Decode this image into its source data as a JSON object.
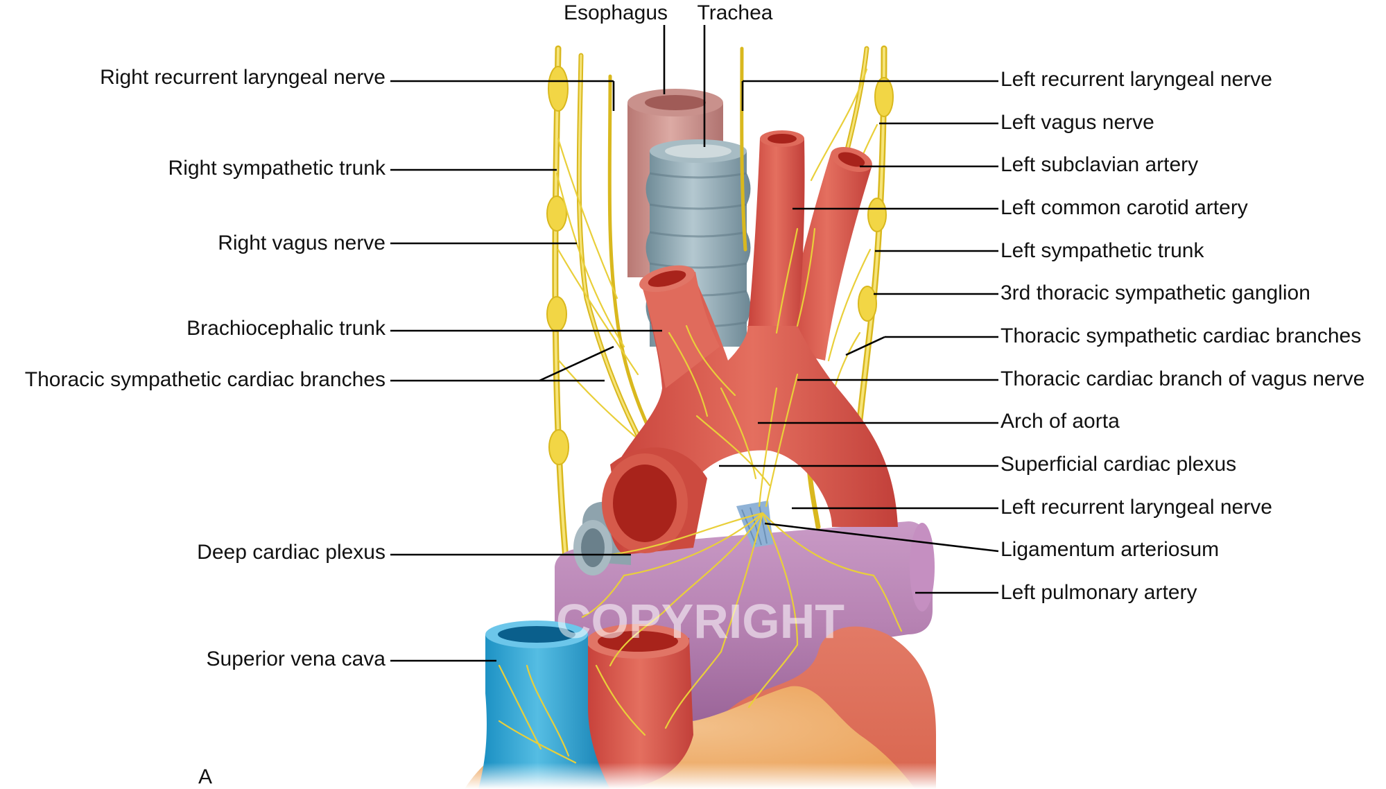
{
  "figure": {
    "panel_letter": "A",
    "watermark": "COPYRIGHT",
    "top_labels": {
      "esophagus": "Esophagus",
      "trachea": "Trachea"
    },
    "left_labels": {
      "right_recurrent_laryngeal_nerve": "Right recurrent laryngeal nerve",
      "right_sympathetic_trunk": "Right sympathetic trunk",
      "right_vagus_nerve": "Right vagus nerve",
      "brachiocephalic_trunk": "Brachiocephalic trunk",
      "thoracic_sympathetic_cardiac_branches": "Thoracic sympathetic cardiac branches",
      "deep_cardiac_plexus": "Deep cardiac plexus",
      "superior_vena_cava": "Superior vena cava"
    },
    "right_labels": {
      "left_recurrent_laryngeal_nerve_upper": "Left recurrent laryngeal nerve",
      "left_vagus_nerve": "Left vagus nerve",
      "left_subclavian_artery": "Left subclavian artery",
      "left_common_carotid_artery": "Left common carotid artery",
      "left_sympathetic_trunk": "Left sympathetic trunk",
      "third_thoracic_sympathetic_ganglion": "3rd thoracic sympathetic ganglion",
      "thoracic_sympathetic_cardiac_branches": "Thoracic sympathetic cardiac branches",
      "thoracic_cardiac_branch_of_vagus_nerve": "Thoracic cardiac branch of vagus nerve",
      "arch_of_aorta": "Arch of aorta",
      "superficial_cardiac_plexus": "Superficial cardiac plexus",
      "left_recurrent_laryngeal_nerve_lower": "Left recurrent laryngeal nerve",
      "ligamentum_arteriosum": "Ligamentum arteriosum",
      "left_pulmonary_artery": "Left pulmonary artery"
    },
    "colors": {
      "artery": "#d9564a",
      "artery_lumen": "#a8231b",
      "vein": "#1f9fd0",
      "esophagus": "#c98f8a",
      "trachea": "#8fa9b4",
      "pulmonary_trunk": "#b883b4",
      "nerve": "#f2d645",
      "heart": "#e8826e",
      "fat": "#f3b56b"
    }
  }
}
